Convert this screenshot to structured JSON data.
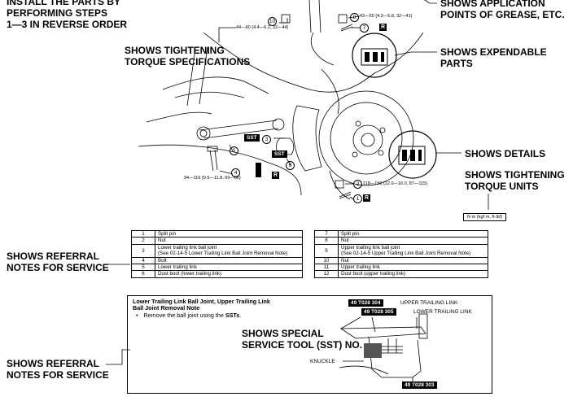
{
  "callouts": {
    "install_steps": "INSTALL THE PARTS BY\nPERFORMING STEPS\n1—3 IN REVERSE ORDER",
    "grease": "SHOWS APPLICATION\nPOINTS OF GREASE, ETC.",
    "tightening_torque_spec": "SHOWS TIGHTENING\nTORQUE SPECIFICATIONS",
    "expendable": "SHOWS EXPENDABLE PARTS",
    "details": "SHOWS DETAILS",
    "torque_units": "SHOWS TIGHTENING\nTORQUE UNITS",
    "referral_1": "SHOWS  REFERRAL\nNOTES FOR SERVICE",
    "referral_2": "SHOWS REFERRAL\nNOTES FOR SERVICE",
    "special_tool": "SHOWS SPECIAL\nSERVICE TOOL (SST) NO."
  },
  "diagram": {
    "torque_10": "44—60 {4.4—6.2, 32—44}",
    "torque_8": "43—55 {4.3—5.8, 32—41}",
    "torque_4": "94—116 {9.5—11.8, 69—86}",
    "torque_2": "118—156 {12.0—16.0, 87—115}",
    "units": "N·m {kgf·m, ft·lbf}",
    "num_1": "1",
    "num_2": "2",
    "num_3": "3",
    "num_4": "4",
    "num_5": "5",
    "num_6": "6",
    "num_7": "7",
    "num_8": "8",
    "num_10": "10",
    "sst": "SST",
    "r": "R"
  },
  "table_left": [
    {
      "no": "1",
      "part": "Split pin",
      "sub": ""
    },
    {
      "no": "2",
      "part": "Nut",
      "sub": ""
    },
    {
      "no": "3",
      "part": "Lower trailing link ball joint",
      "sub": "(See 02-14-5 Lower Trailing Link Ball Joint Removal Note)"
    },
    {
      "no": "4",
      "part": "Bolt",
      "sub": ""
    },
    {
      "no": "5",
      "part": "Lower trailing link",
      "sub": ""
    },
    {
      "no": "6",
      "part": "Dust boot (lower trailing link)",
      "sub": ""
    }
  ],
  "table_right": [
    {
      "no": "7",
      "part": "Split pin",
      "sub": ""
    },
    {
      "no": "8",
      "part": "Nut",
      "sub": ""
    },
    {
      "no": "9",
      "part": "Upper trailing link ball joint",
      "sub": "(See 02-14-5 Upper Trailing Link Ball Joint Removal Note)"
    },
    {
      "no": "10",
      "part": "Nut",
      "sub": ""
    },
    {
      "no": "11",
      "part": "Upper trailing link",
      "sub": ""
    },
    {
      "no": "12",
      "part": "Dust boot (upper trailing link)",
      "sub": ""
    }
  ],
  "note": {
    "title_line1": "Lower Trailing Link Ball Joint, Upper Trailing Link",
    "title_line2": "Ball Joint Removal Note",
    "bullet": "•",
    "body_prefix": "Remove the ball joint using the ",
    "body_bold": "SSTs",
    "body_suffix": ".",
    "sst_1": "49 T028 304",
    "sst_1_label": "UPPER TRAILING LINK",
    "sst_2": "49 T028 305",
    "sst_2_label": "LOWER TRAILING LINK",
    "knuckle": "KNUCKLE",
    "sst_3": "49 T028 303"
  }
}
